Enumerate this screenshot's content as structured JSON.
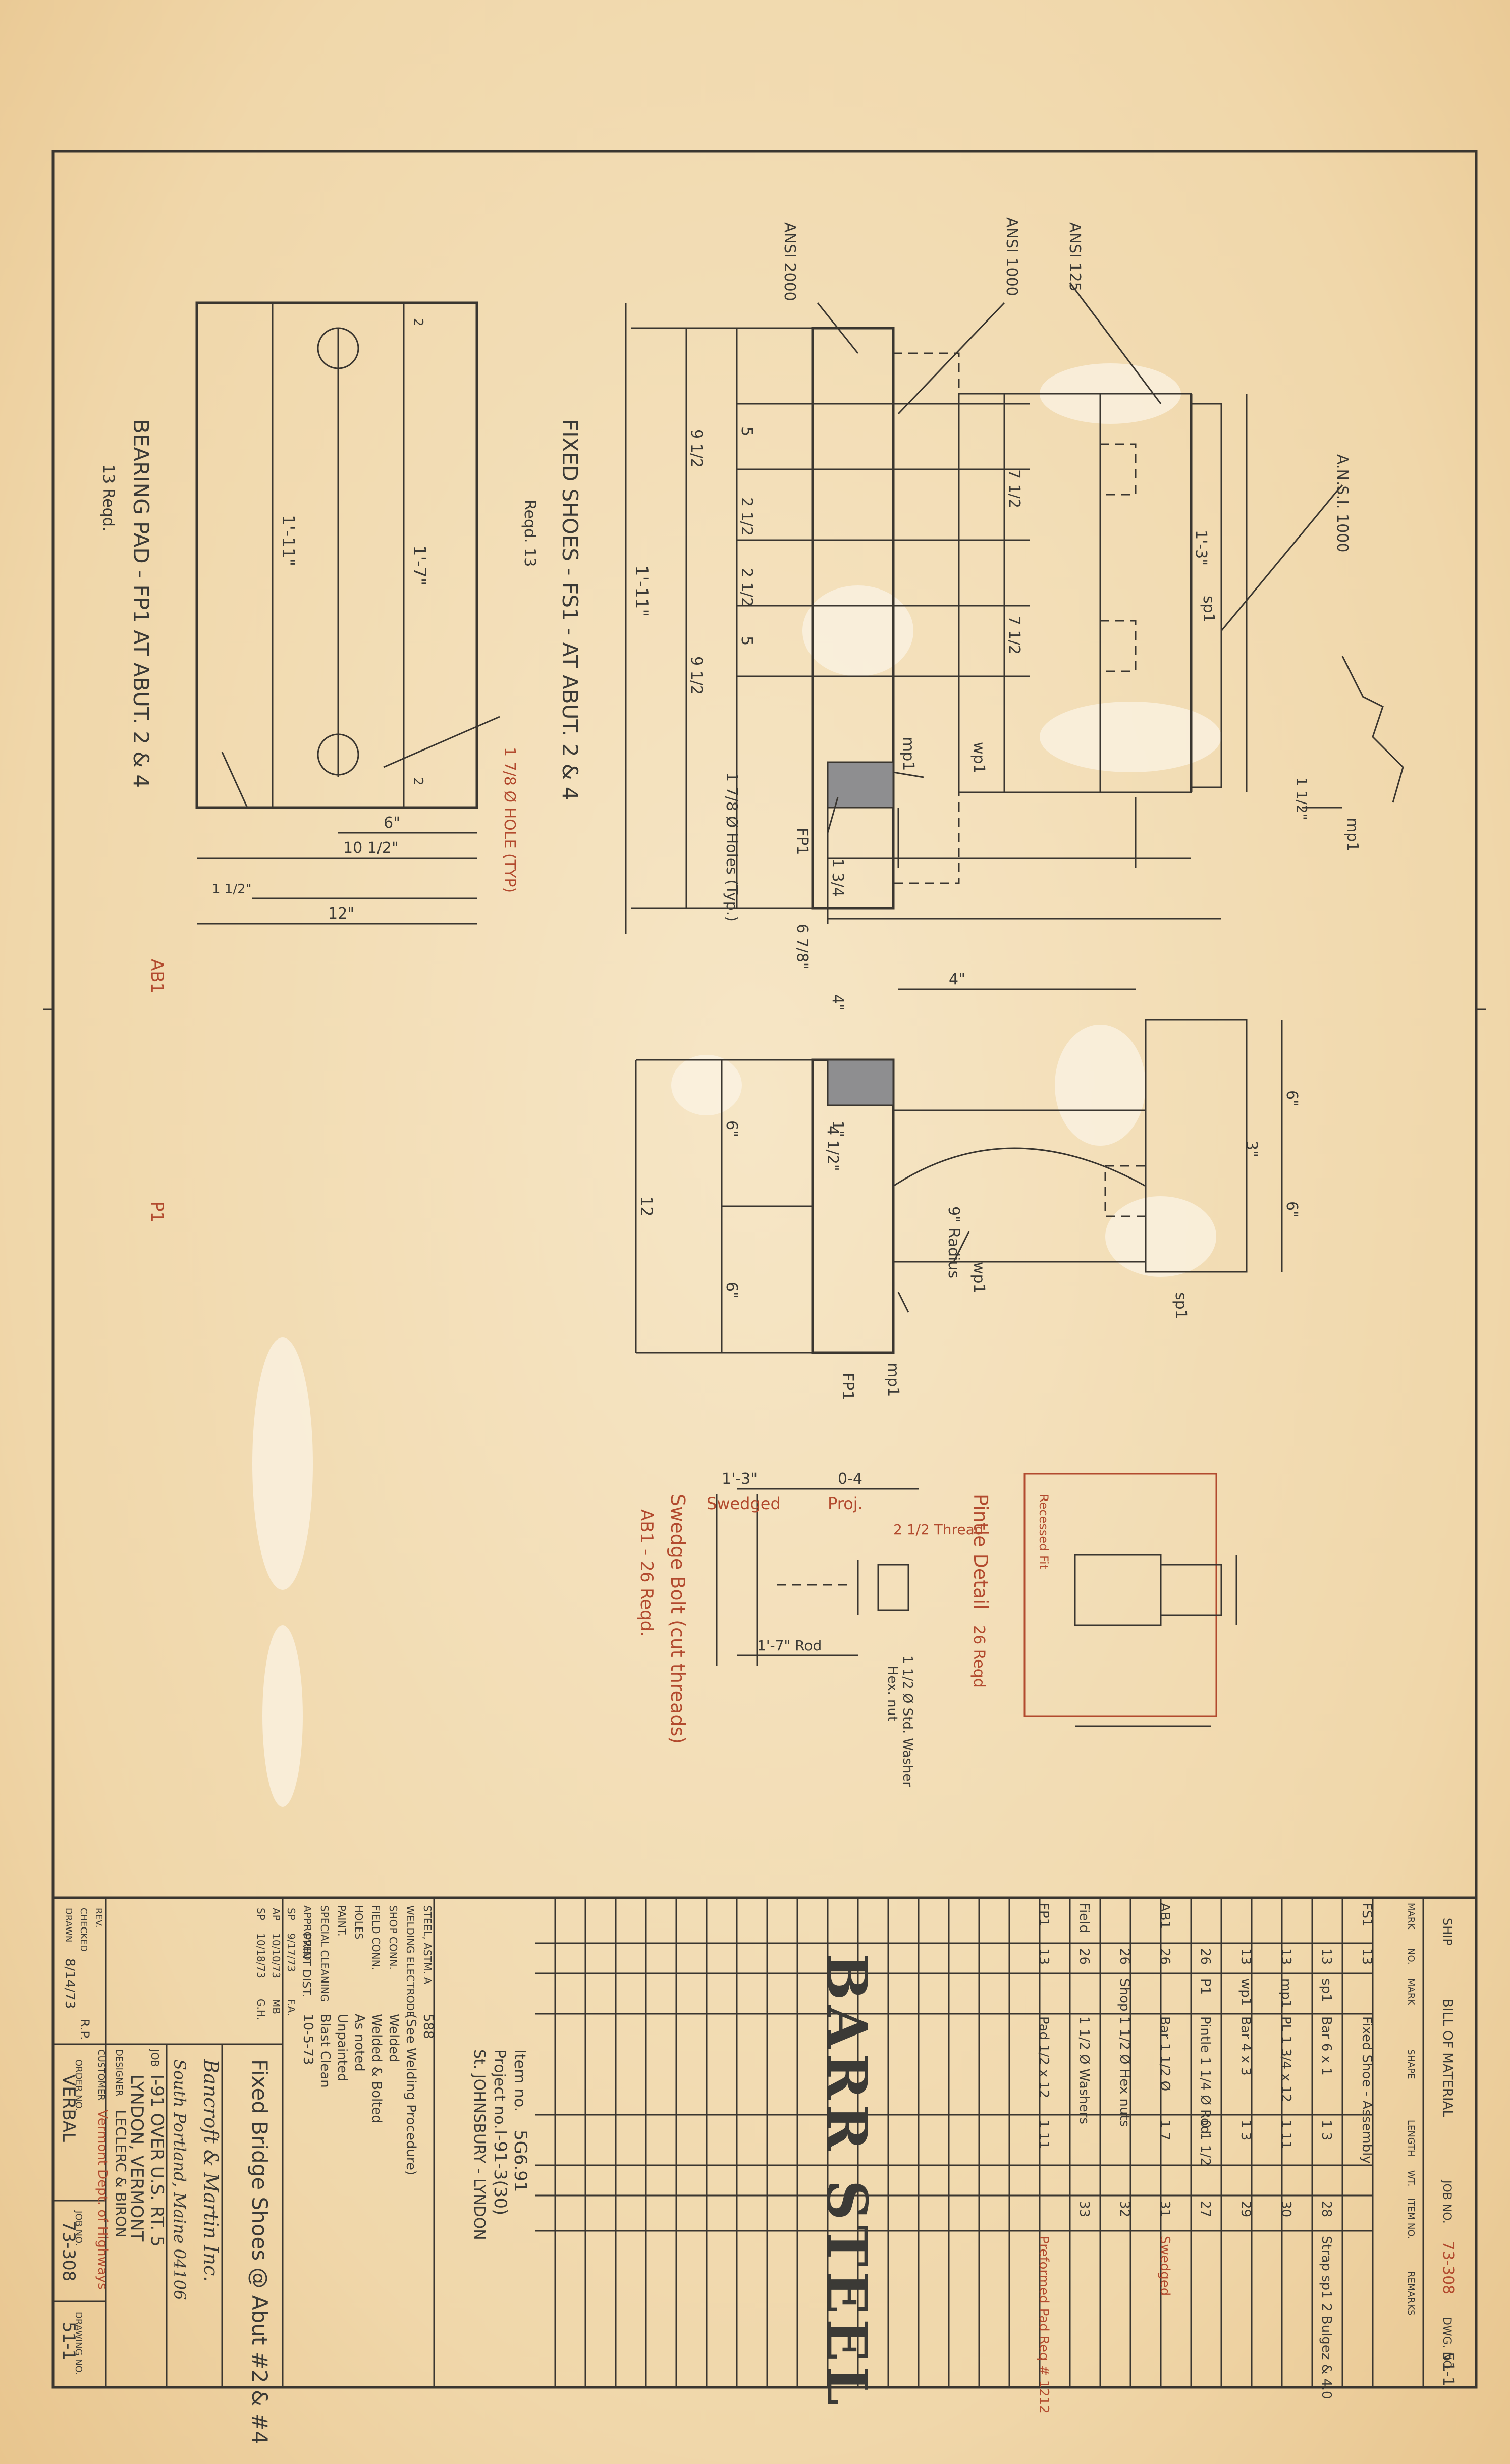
{
  "drawing": {
    "stamp": "BARR STEEL",
    "views": {
      "fixed_shoe": {
        "title": "FIXED SHOES - FS1 - AT ABUT. 2 & 4",
        "subtitle": "Reqd. 13"
      },
      "bearing_pad": {
        "title": "BEARING PAD - FP1 AT ABUT. 2 & 4",
        "subtitle": "13 Reqd."
      },
      "pintle": {
        "title": "Pintle Detail",
        "note": "26 Reqd"
      },
      "swedge_bolt": {
        "title": "Swedge Bolt (cut threads)",
        "subtitle": "AB1 - 26 Reqd."
      }
    },
    "callouts": {
      "ansi_1000_top": "A.N.S.I. 1000",
      "ansi_2000": "ANSI 2000",
      "ansi_1000": "ANSI 1000",
      "ansi_125": "ANSI 125",
      "hole_typ": "1 7/8 Ø HOLE (TYP)",
      "holes_typ": "1 7/8 Ø Holes (Typ.)",
      "mp1": "mp1",
      "wp1": "wp1",
      "sp1": "sp1",
      "fp1": "FP1",
      "radius": "9\" Radius",
      "hex_nut": "Hex. nut",
      "washer": "1 1/2 Ø Std. Washer",
      "ab1": "AB1",
      "p1": "P1",
      "recessed": "Recessed Fit"
    },
    "dimensions": {
      "d1_11": "1'-11\"",
      "d9_half": "9 1/2",
      "d2_half": "2 1/2",
      "d5": "5",
      "d2": "2",
      "d7_half": "7 1/2",
      "d1_3": "1'-3\"",
      "d1_7": "1'-7\"",
      "d6": "6\"",
      "d10_half": "10 1/2\"",
      "d12": "12\"",
      "d1_half": "1 1/2\"",
      "d4": "4\"",
      "d1": "1\"",
      "d1_three_q": "1 3/4",
      "d6_7_8": "6 7/8\"",
      "d4_half": "4 1/2\"",
      "d3": "3\"",
      "d6b": "6\"",
      "d12b": "12",
      "d0_4": "0-4",
      "swedged": "Swedged",
      "proj": "Proj.",
      "thread": "2 1/2 Thread",
      "rod": "1'-7\" Rod"
    }
  },
  "bill_of_material": {
    "heading": "BILL OF MATERIAL",
    "ship_label": "SHIP",
    "job_no_label": "JOB NO.",
    "job_no": "73-308",
    "dwg_no_label": "DWG. NO.",
    "dwg_no": "51-1",
    "columns": [
      "MARK",
      "NO.",
      "MARK",
      "SHAPE",
      "LENGTH",
      "WT.",
      "ITEM NO.",
      "REMARKS"
    ],
    "rows": [
      {
        "mark": "FS1",
        "no": "13",
        "pc": "",
        "shape": "Fixed Shoe - Assembly",
        "length": "",
        "qty": "",
        "item": "",
        "remarks": ""
      },
      {
        "mark": "",
        "no": "13",
        "pc": "sp1",
        "shape": "Bar 6 x 1",
        "length": "1 3",
        "qty": "",
        "item": "28",
        "remarks": "Strap sp1 2 Bulgez & 4.0"
      },
      {
        "mark": "",
        "no": "13",
        "pc": "mp1",
        "shape": "PL 1 3/4 x 12",
        "length": "1 11",
        "qty": "",
        "item": "30",
        "remarks": ""
      },
      {
        "mark": "",
        "no": "13",
        "pc": "wp1",
        "shape": "Bar 4 x 3",
        "length": "1 3",
        "qty": "",
        "item": "29",
        "remarks": ""
      },
      {
        "mark": "",
        "no": "26",
        "pc": "P1",
        "shape": "Pintle 1 1/4 Ø Rod",
        "length": "0 1 1/2",
        "qty": "",
        "item": "27",
        "remarks": ""
      },
      {
        "mark": "AB1",
        "no": "26",
        "pc": "",
        "shape": "Bar 1 1/2 Ø",
        "length": "1 7",
        "qty": "",
        "item": "31",
        "remarks": "Swedged"
      },
      {
        "mark": "",
        "no": "26",
        "pc": "Shop",
        "shape": "1 1/2 Ø Hex nuts",
        "length": "",
        "qty": "",
        "item": "32",
        "remarks": ""
      },
      {
        "mark": "Field",
        "no": "26",
        "pc": "",
        "shape": "1 1/2 Ø Washers",
        "length": "",
        "qty": "",
        "item": "33",
        "remarks": ""
      },
      {
        "mark": "FP1",
        "no": "13",
        "pc": "",
        "shape": "Pad 1/2 x 12",
        "length": "1 11",
        "qty": "",
        "item": "",
        "remarks": "Preformed Pad Req # 1212"
      }
    ],
    "item_no_label": "Item no.",
    "item_no": "5G6.91",
    "project_no_label": "Project no.",
    "project_no": "I-91-3(30)",
    "location": "St. JOHNSBURY - LYNDON"
  },
  "title_block": {
    "steel_label": "STEEL, ASTM. A",
    "steel": "588",
    "welding_label": "WELDING ELECTRODE",
    "welding": "(See Welding Procedure)",
    "shop_conn_label": "SHOP CONN.",
    "shop_conn": "Welded",
    "field_conn_label": "FIELD CONN.",
    "field_conn": "Welded & Bolted",
    "holes_label": "HOLES",
    "holes": "As noted",
    "paint_label": "PAINT.",
    "paint": "Unpainted",
    "cleaning_label": "SPECIAL CLEANING",
    "cleaning": "Blast Clean",
    "approved_label": "APPROVED",
    "approved": "10-5-73",
    "print_dist_label": "PRINT DIST.",
    "prints": [
      {
        "code": "SP",
        "date": "9/17/73",
        "by": "F.A."
      },
      {
        "code": "AP",
        "date": "10/10/73",
        "by": "MB"
      },
      {
        "code": "SP",
        "date": "10/18/73",
        "by": "G.H."
      }
    ],
    "description": "Fixed Bridge Shoes @ Abut #2 & #4",
    "customer_firm": "Bancroft & Martin Inc.",
    "customer_address": "South Portland, Maine 04106",
    "job_label": "JOB",
    "job": "I-91 OVER U.S. RT. 5",
    "job_location": "LYNDON, VERMONT",
    "designer_label": "DESIGNER",
    "designer": "LECLERC & BIRON",
    "customer_label": "CUSTOMER",
    "customer": "Vermont Dept. of Highways",
    "rev_label": "REV.",
    "checked_label": "CHECKED",
    "drawn_label": "DRAWN",
    "drawn_date": "8/14/73",
    "drawn_by": "R.P.",
    "order_no_label": "ORDER NO.",
    "order_no": "VERBAL",
    "job_no_label": "JOB NO.",
    "job_no": "73-308",
    "drawing_no_label": "DRAWING NO.",
    "drawing_no": "51-1"
  },
  "colors": {
    "paper": "#f2ddb5",
    "ink": "#3a3630",
    "red_pencil": "#b24a2e",
    "shade": "#8e8e90"
  }
}
